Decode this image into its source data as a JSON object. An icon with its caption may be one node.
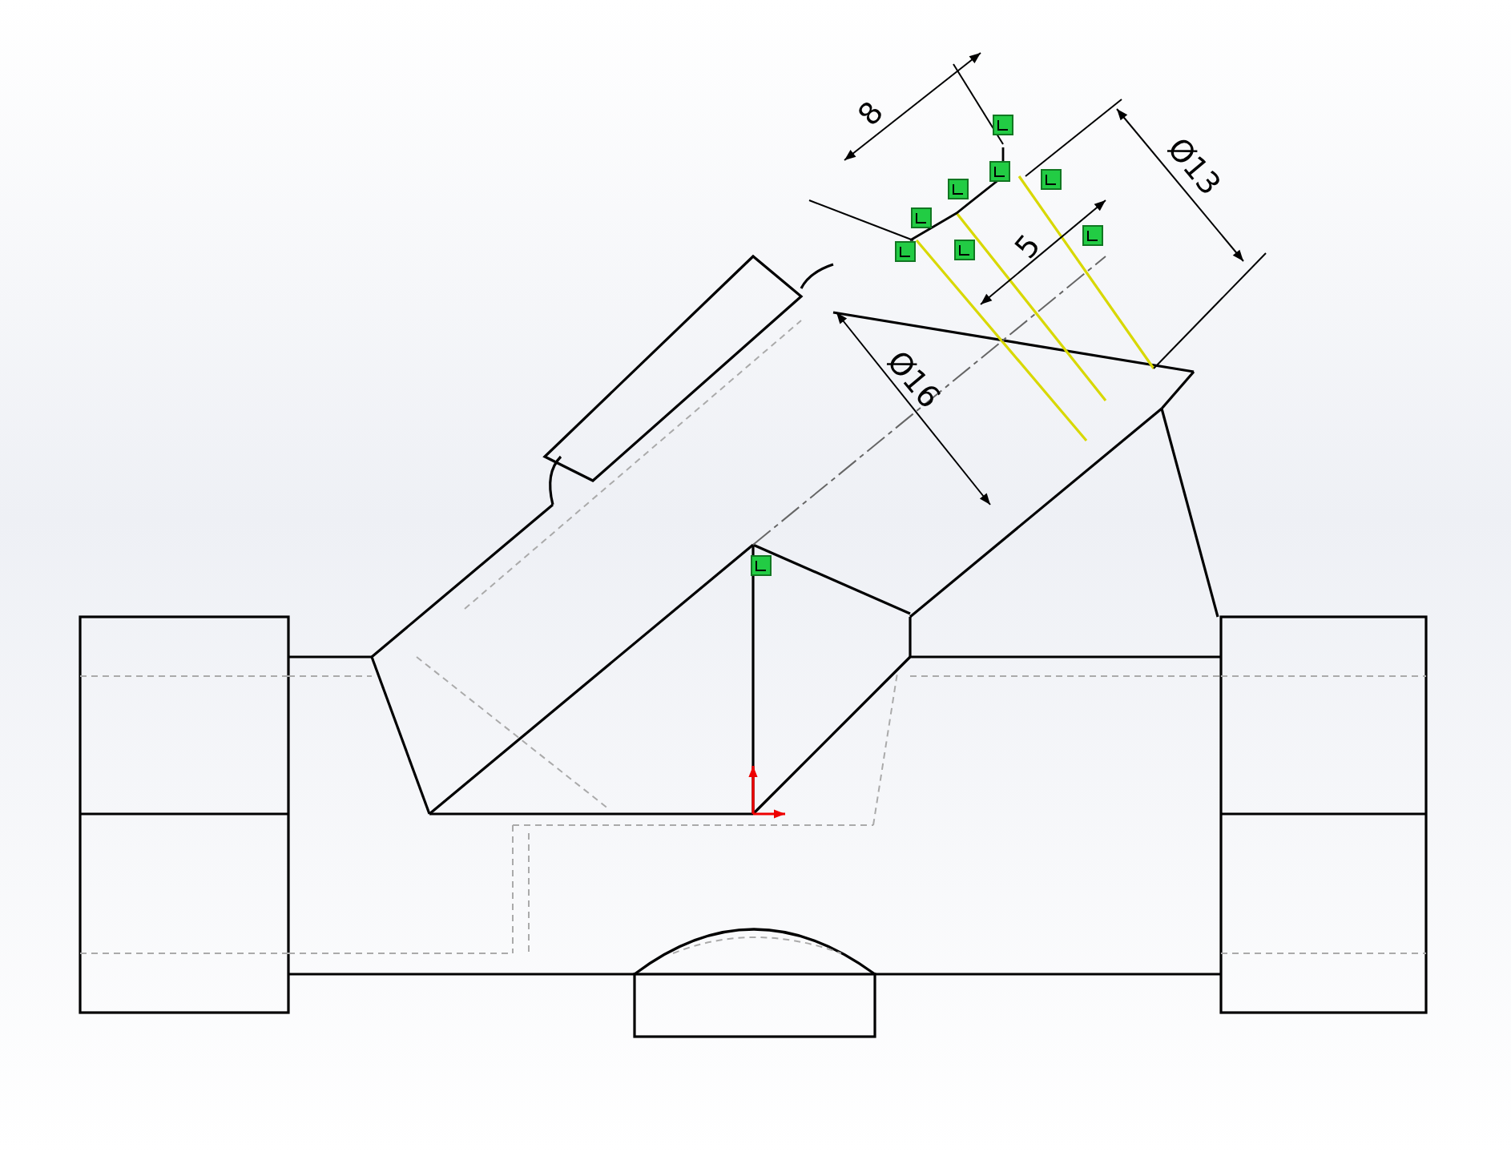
{
  "diagram": {
    "labels": [
      "8",
      "Ø13",
      "5",
      "Ø16"
    ]
  }
}
